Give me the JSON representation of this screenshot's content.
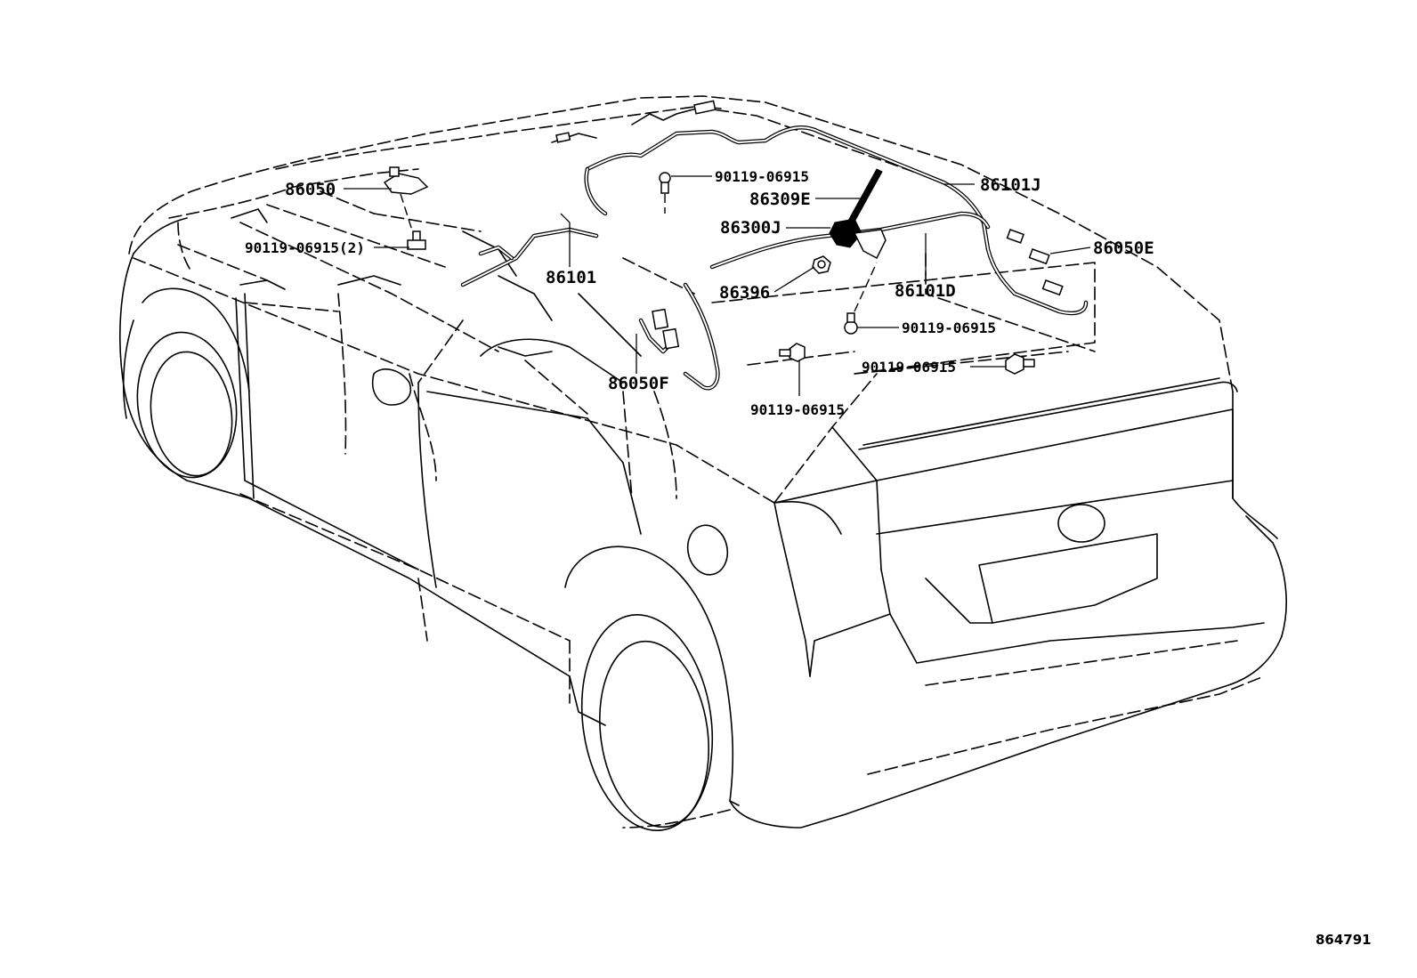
{
  "callouts": {
    "p86050": "86050",
    "p90119_06915_2": "90119-06915(2)",
    "p86101": "86101",
    "p86050F": "86050F",
    "p90119_06915_top": "90119-06915",
    "p86309E": "86309E",
    "p86300J": "86300J",
    "p86396": "86396",
    "p86101J": "86101J",
    "p86050E": "86050E",
    "p86101D": "86101D",
    "p90119_06915_r1": "90119-06915",
    "p90119_06915_r2": "90119-06915",
    "p90119_06915_bottom": "90119-06915"
  },
  "reference_number": "864791"
}
